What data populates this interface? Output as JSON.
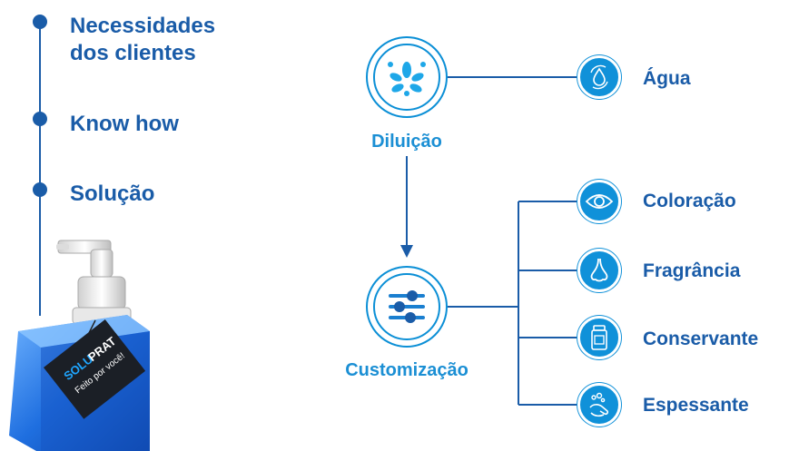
{
  "steps": [
    {
      "label": "Necessidades\ndos clientes"
    },
    {
      "label": "Know how"
    },
    {
      "label": "Solução"
    }
  ],
  "product": {
    "brand_solu": "SOLU",
    "brand_prat": "PRAT",
    "tagline": "Feito por você!",
    "icon": "soap-bottle-image"
  },
  "diagram": {
    "dilution": {
      "label": "Diluição",
      "icon": "water-splash-icon"
    },
    "customization": {
      "label": "Customização",
      "icon": "sliders-icon"
    },
    "water": {
      "label": "Água",
      "icon": "water-drop-icon"
    },
    "options": [
      {
        "label": "Coloração",
        "icon": "eye-icon"
      },
      {
        "label": "Fragrância",
        "icon": "nose-icon"
      },
      {
        "label": "Conservante",
        "icon": "jar-icon"
      },
      {
        "label": "Espessante",
        "icon": "bubbles-hand-icon"
      }
    ]
  },
  "colors": {
    "primary": "#1a5ca8",
    "accent": "#1091d9",
    "line": "#1a5ca8"
  }
}
